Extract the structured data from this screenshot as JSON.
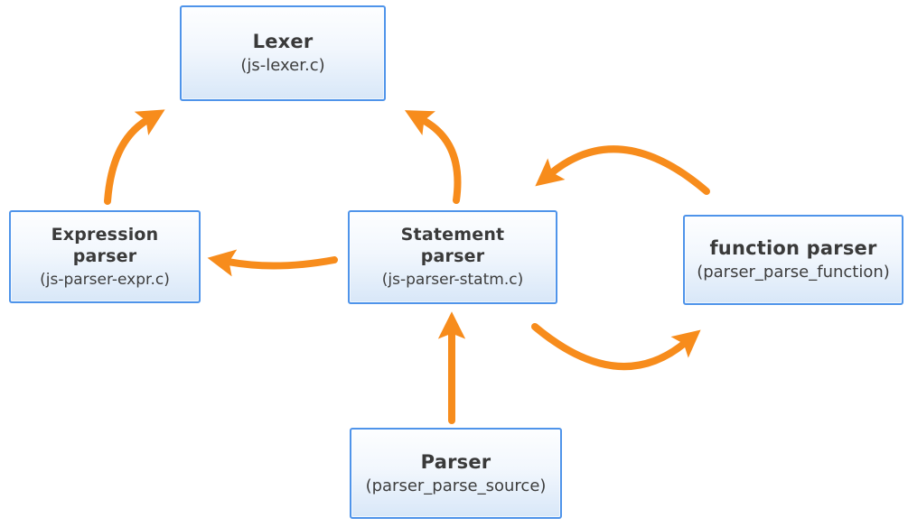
{
  "diagram": {
    "nodes": {
      "lexer": {
        "title": "Lexer",
        "subtitle": "(js-lexer.c)"
      },
      "expression_parser": {
        "title": "Expression parser",
        "subtitle": "(js-parser-expr.c)"
      },
      "statement_parser": {
        "title": "Statement parser",
        "subtitle": "(js-parser-statm.c)"
      },
      "function_parser": {
        "title": "function parser",
        "subtitle": "(parser_parse_function)"
      },
      "parser": {
        "title": "Parser",
        "subtitle": "(parser_parse_source)"
      }
    },
    "edges": [
      {
        "id": "expression-parser-to-lexer",
        "from": "expression_parser",
        "to": "lexer"
      },
      {
        "id": "statement-parser-to-lexer",
        "from": "statement_parser",
        "to": "lexer"
      },
      {
        "id": "statement-parser-to-expression-parser",
        "from": "statement_parser",
        "to": "expression_parser"
      },
      {
        "id": "function-parser-to-statement-parser",
        "from": "function_parser",
        "to": "statement_parser"
      },
      {
        "id": "statement-parser-to-function-parser",
        "from": "statement_parser",
        "to": "function_parser"
      },
      {
        "id": "parser-to-statement-parser",
        "from": "parser",
        "to": "statement_parser"
      }
    ],
    "colors": {
      "arrow": "#f78c1c",
      "node_border": "#4f94ea",
      "node_fill_top": "#fdfeff",
      "node_fill_bottom": "#d8e7f8",
      "text": "#3a3a3a"
    }
  }
}
